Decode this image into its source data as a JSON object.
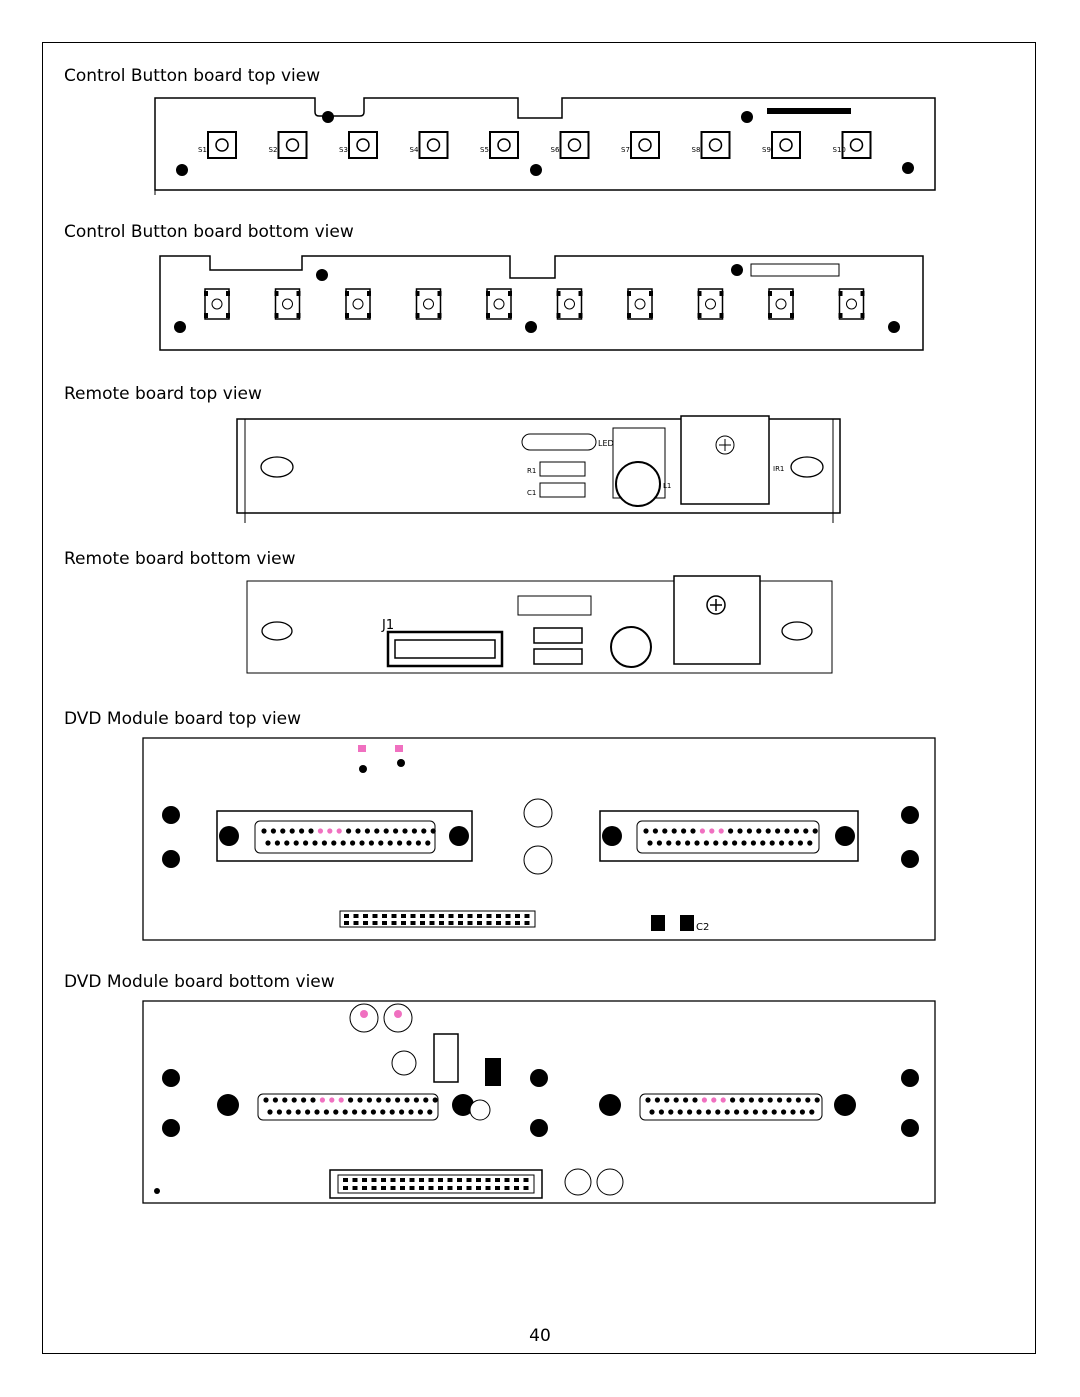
{
  "captions": {
    "ctrl_top": "Control Button board top view",
    "ctrl_bottom": "Control Button board bottom view",
    "remote_top": "Remote board top view",
    "remote_bottom": "Remote board bottom view",
    "dvd_top": "DVD Module board top view",
    "dvd_bottom": "DVD Module board bottom view"
  },
  "ctrl_top_switches": [
    "S1",
    "S2",
    "S3",
    "S4",
    "S5",
    "S6",
    "S7",
    "S8",
    "S9",
    "S10"
  ],
  "remote_top_labels": {
    "led": "LED1",
    "ir": "IR1",
    "r": "R1",
    "c": "C1",
    "l": "L1"
  },
  "remote_bottom_label": "J1",
  "dvd_top_labels": {
    "c2": "C2"
  },
  "page_number": "40"
}
